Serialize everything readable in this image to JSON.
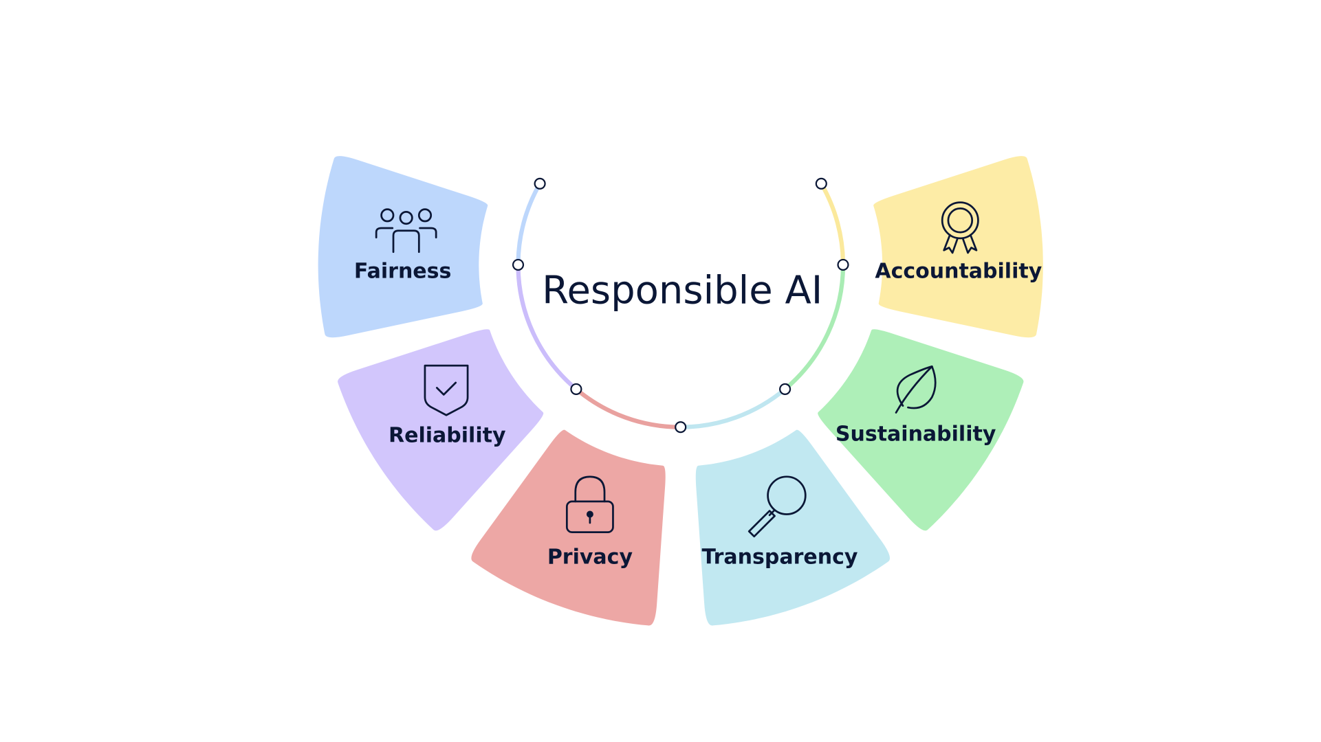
{
  "diagram": {
    "title": "Responsible AI",
    "segments": [
      {
        "id": "fairness",
        "label": "Fairness",
        "icon": "people-group-icon",
        "color": "#bdd7fc",
        "arc_color": "#bdd7fc"
      },
      {
        "id": "reliability",
        "label": "Reliability",
        "icon": "shield-check-icon",
        "color": "#d2c6fc",
        "arc_color": "#cbbdfb"
      },
      {
        "id": "privacy",
        "label": "Privacy",
        "icon": "padlock-icon",
        "color": "#eda7a5",
        "arc_color": "#e9a19f"
      },
      {
        "id": "transparency",
        "label": "Transparency",
        "icon": "magnifier-icon",
        "color": "#c1e8f1",
        "arc_color": "#bfe6f0"
      },
      {
        "id": "sustainability",
        "label": "Sustainability",
        "icon": "leaf-icon",
        "color": "#aeefb8",
        "arc_color": "#a9ecb4"
      },
      {
        "id": "accountability",
        "label": "Accountability",
        "icon": "award-ribbon-icon",
        "color": "#fdeca6",
        "arc_color": "#fbe99c"
      }
    ],
    "text_color": "#0b1736",
    "node_stroke": "#0b1736"
  }
}
